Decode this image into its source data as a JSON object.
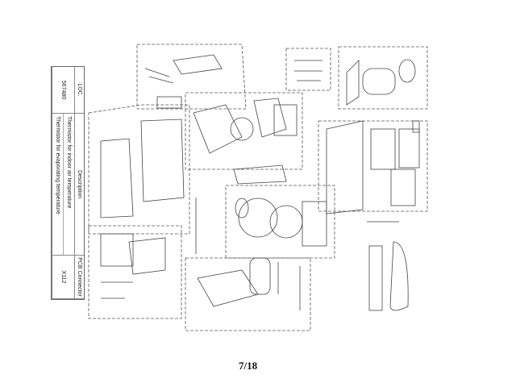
{
  "table": {
    "headers": [
      "LOC.",
      "Description",
      "PCB Connector"
    ],
    "rows": [
      {
        "loc": "567480",
        "descriptions": [
          "Thermistor for indoor air temperature",
          "Thermistor for evaporating temperature"
        ],
        "connector": "X112"
      }
    ]
  },
  "page_number": "7/18"
}
